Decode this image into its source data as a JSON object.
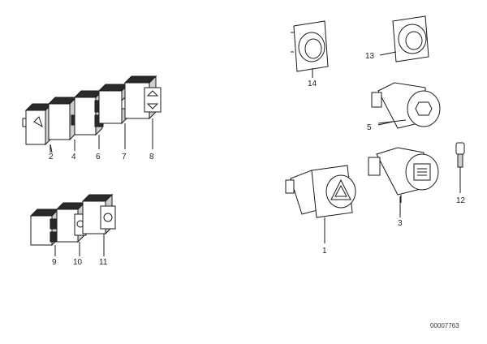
{
  "diagram": {
    "reference_number": "00007763",
    "parts": [
      {
        "label": "1"
      },
      {
        "label": "2"
      },
      {
        "label": "3"
      },
      {
        "label": "4"
      },
      {
        "label": "5"
      },
      {
        "label": "6"
      },
      {
        "label": "7"
      },
      {
        "label": "8"
      },
      {
        "label": "9"
      },
      {
        "label": "10"
      },
      {
        "label": "11"
      },
      {
        "label": "12"
      },
      {
        "label": "13"
      },
      {
        "label": "14"
      }
    ]
  }
}
